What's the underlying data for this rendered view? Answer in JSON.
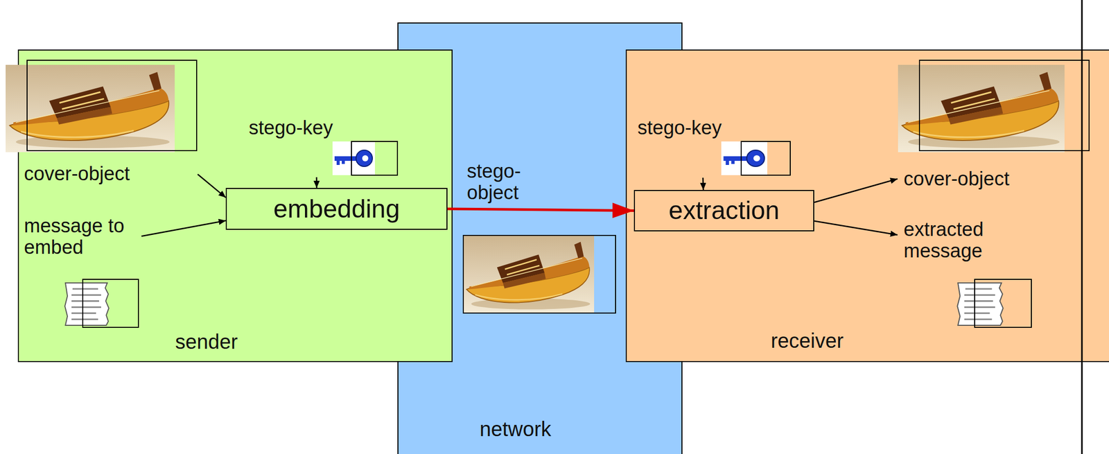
{
  "diagram": {
    "nodes": [
      {
        "text": [
          "sender"
        ]
      },
      {
        "text": [
          "cover-object"
        ],
        "in": 0
      },
      {
        "text": [
          "stego-key"
        ],
        "in": 0
      },
      {
        "text": [
          "embedding"
        ],
        "in": 0
      },
      {
        "text": [
          "message to embed"
        ],
        "in": 0
      },
      {
        "text": [
          "network"
        ]
      },
      {
        "text": [
          "receiver"
        ]
      },
      {
        "text": [
          "stego-key"
        ],
        "in": 6
      },
      {
        "text": [
          "extraction"
        ],
        "in": 6
      },
      {
        "text": [
          "cover-object"
        ],
        "in": 6
      },
      {
        "text": [
          "extracted message"
        ],
        "in": 6
      }
    ],
    "edges": [
      {
        "from": 1,
        "to": 3,
        "arrow": "to"
      },
      {
        "from": 4,
        "to": 3,
        "arrow": "to"
      },
      {
        "from": 2,
        "to": 3,
        "arrow": "to"
      },
      {
        "from": 3,
        "to": 8,
        "label": "stego-object",
        "arrow": "to"
      },
      {
        "from": 7,
        "to": 8,
        "arrow": "to"
      },
      {
        "from": 8,
        "to": 9,
        "arrow": "to"
      },
      {
        "from": 8,
        "to": 10,
        "arrow": "to"
      }
    ]
  }
}
